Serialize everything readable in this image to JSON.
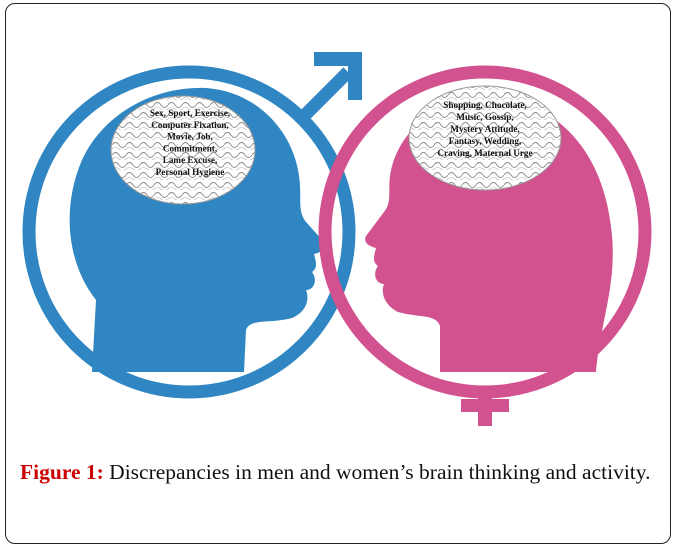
{
  "figure": {
    "male_brain_lines": [
      "Sex, Sport, Exercise,",
      "Computer Fixation,",
      "Movie, Job,",
      "Commitment,",
      "Lame Excuse,",
      "Personal Hygiene"
    ],
    "female_brain_lines": [
      "Shopping, Chocolate,",
      "Music, Gossip,",
      "Mystery Attitude,",
      "Fantasy, Wedding,",
      "Craving, Maternal Urge"
    ],
    "colors": {
      "male": "#2f86c2",
      "female": "#d2528f",
      "caption_label": "#cc0000"
    }
  },
  "caption": {
    "label": "Figure 1:",
    "text": " Discrepancies in men and women’s brain thinking and activity."
  }
}
